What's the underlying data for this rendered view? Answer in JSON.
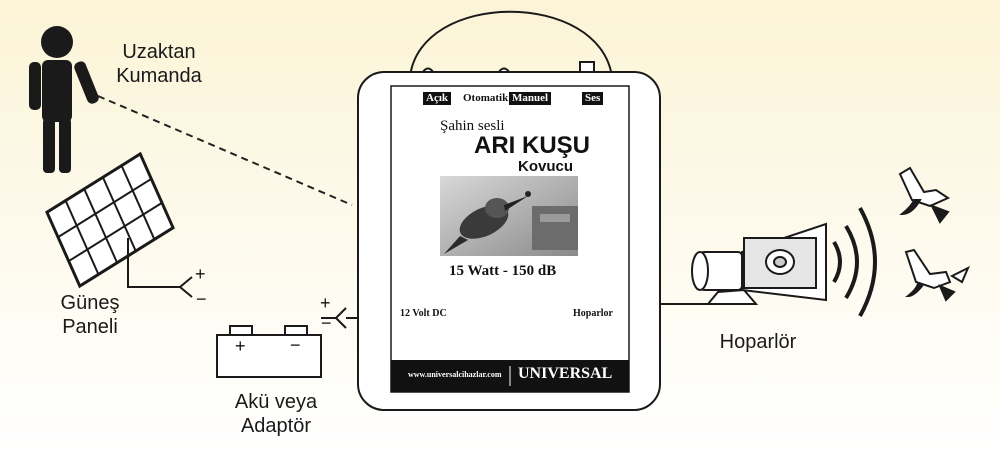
{
  "labels": {
    "remote_control": "Uzaktan\nKumanda",
    "solar_panel": "Güneş\nPaneli",
    "battery_adapter": "Akü veya\nAdaptör",
    "speaker": "Hoparlör"
  },
  "device": {
    "buttons": {
      "on": "Açık",
      "automatic": "Otomatik",
      "manual": "Manuel",
      "sound": "Ses"
    },
    "title_line1": "Şahin sesli",
    "title_line2": "ARI KUŞU",
    "title_line3": "Kovucu",
    "spec": "15 Watt - 150 dB",
    "input_label": "12 Volt DC",
    "output_label": "Hoparlor",
    "website": "www.universalcihazlar.com",
    "brand": "UNIVERSAL"
  },
  "terminals": {
    "plus": "+",
    "minus": "−"
  },
  "colors": {
    "background_top": "#fbf4d6",
    "ink": "#111111",
    "device_fill": "#ffffff"
  },
  "icons": [
    "person-icon",
    "solar-panel-icon",
    "battery-icon",
    "speaker-horn-icon",
    "sound-waves-icon",
    "bird-icon",
    "bird-photo"
  ]
}
